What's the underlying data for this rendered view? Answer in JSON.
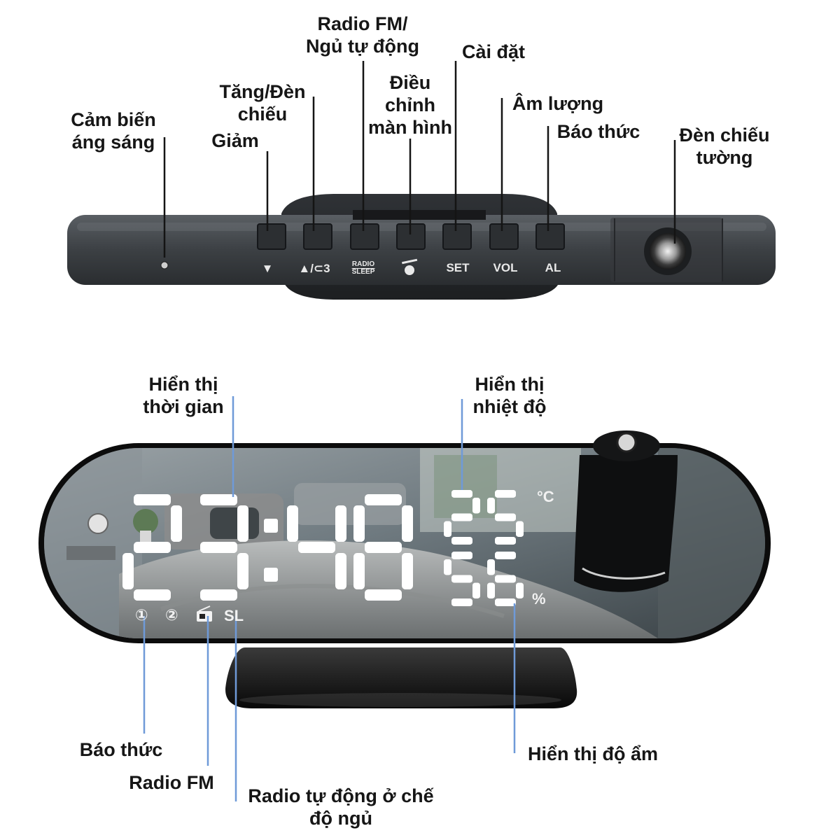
{
  "top_labels": {
    "light_sensor": [
      "Cảm biến",
      "áng sáng"
    ],
    "decrease": "Giảm",
    "increase_projector": [
      "Tăng/Đèn",
      "chiếu"
    ],
    "radio_sleep": [
      "Radio FM/",
      "Ngủ tự động"
    ],
    "screen_adjust": [
      "Điều",
      "chỉnh",
      "màn hình"
    ],
    "settings": "Cài đặt",
    "volume": "Âm lượng",
    "alarm": "Báo thức",
    "wall_projector": [
      "Đèn chiếu",
      "tường"
    ]
  },
  "buttons": {
    "down_symbol": "▼",
    "up_symbol": "▲/⊂3",
    "radio_line1": "RADIO",
    "radio_line2": "SLEEP",
    "set": "SET",
    "vol": "VOL",
    "al": "AL"
  },
  "display": {
    "time_hours": "23",
    "time_minutes": "48",
    "temperature": "25",
    "temperature_unit": "°C",
    "humidity": "56",
    "humidity_unit": "%",
    "indicator_alarm1": "①",
    "indicator_alarm2": "②",
    "indicator_sleep": "SL"
  },
  "bottom_labels": {
    "time_display": [
      "Hiển thị",
      "thời gian"
    ],
    "temperature_display": [
      "Hiển thị",
      "nhiệt độ"
    ],
    "humidity_display": "Hiển thị độ ẩm",
    "alarm": "Báo thức",
    "radio_fm": "Radio FM",
    "radio_sleep": [
      "Radio tự động ở chế",
      "độ ngủ"
    ]
  },
  "colors": {
    "device_body": "#3d4145",
    "callout_line_top": "#141414",
    "callout_line_bottom": "#6f9ad8",
    "digit_color": "#ffffff"
  }
}
